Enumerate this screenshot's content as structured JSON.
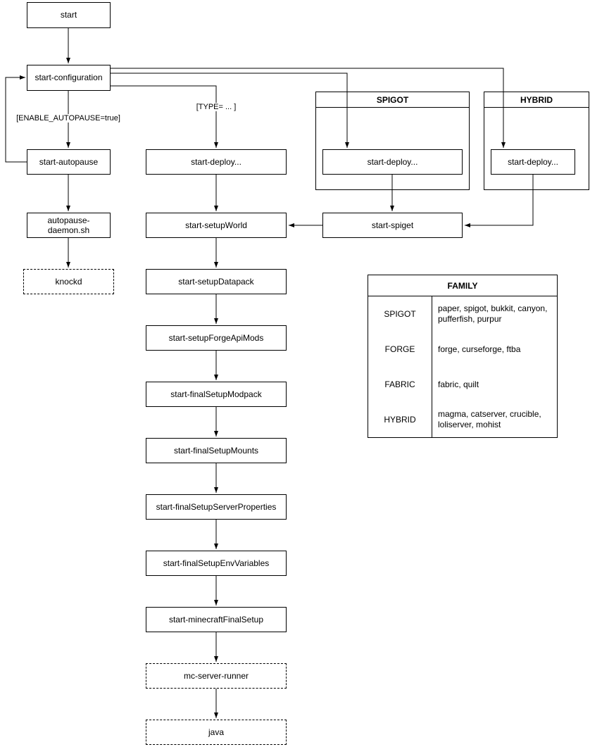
{
  "diagram": {
    "nodes": {
      "start": "start",
      "start_configuration": "start-configuration",
      "start_autopause": "start-autopause",
      "autopause_daemon": "autopause-daemon.sh",
      "knockd": "knockd",
      "start_deploy": "start-deploy...",
      "start_setupWorld": "start-setupWorld",
      "start_setupDatapack": "start-setupDatapack",
      "start_setupForgeApiMods": "start-setupForgeApiMods",
      "start_finalSetupModpack": "start-finalSetupModpack",
      "start_finalSetupMounts": "start-finalSetupMounts",
      "start_finalSetupServerProperties": "start-finalSetupServerProperties",
      "start_finalSetupEnvVariables": "start-finalSetupEnvVariables",
      "start_minecraftFinalSetup": "start-minecraftFinalSetup",
      "mc_server_runner": "mc-server-runner",
      "java": "java",
      "spigot_start_deploy": "start-deploy...",
      "start_spiget": "start-spiget",
      "hybrid_start_deploy": "start-deploy..."
    },
    "groups": {
      "spigot_title": "SPIGOT",
      "hybrid_title": "HYBRID"
    },
    "edge_labels": {
      "enable_autopause": "[ENABLE_AUTOPAUSE=true]",
      "type_branch": "[TYPE= ... ]"
    },
    "family_table": {
      "title": "FAMILY",
      "rows": [
        {
          "family": "SPIGOT",
          "members": "paper, spigot, bukkit, canyon, pufferfish, purpur"
        },
        {
          "family": "FORGE",
          "members": "forge, curseforge, ftba"
        },
        {
          "family": "FABRIC",
          "members": "fabric, quilt"
        },
        {
          "family": "HYBRID",
          "members": "magma, catserver, crucible, loliserver, mohist"
        }
      ]
    },
    "colors": {
      "stroke": "#000000",
      "background": "#ffffff"
    }
  }
}
